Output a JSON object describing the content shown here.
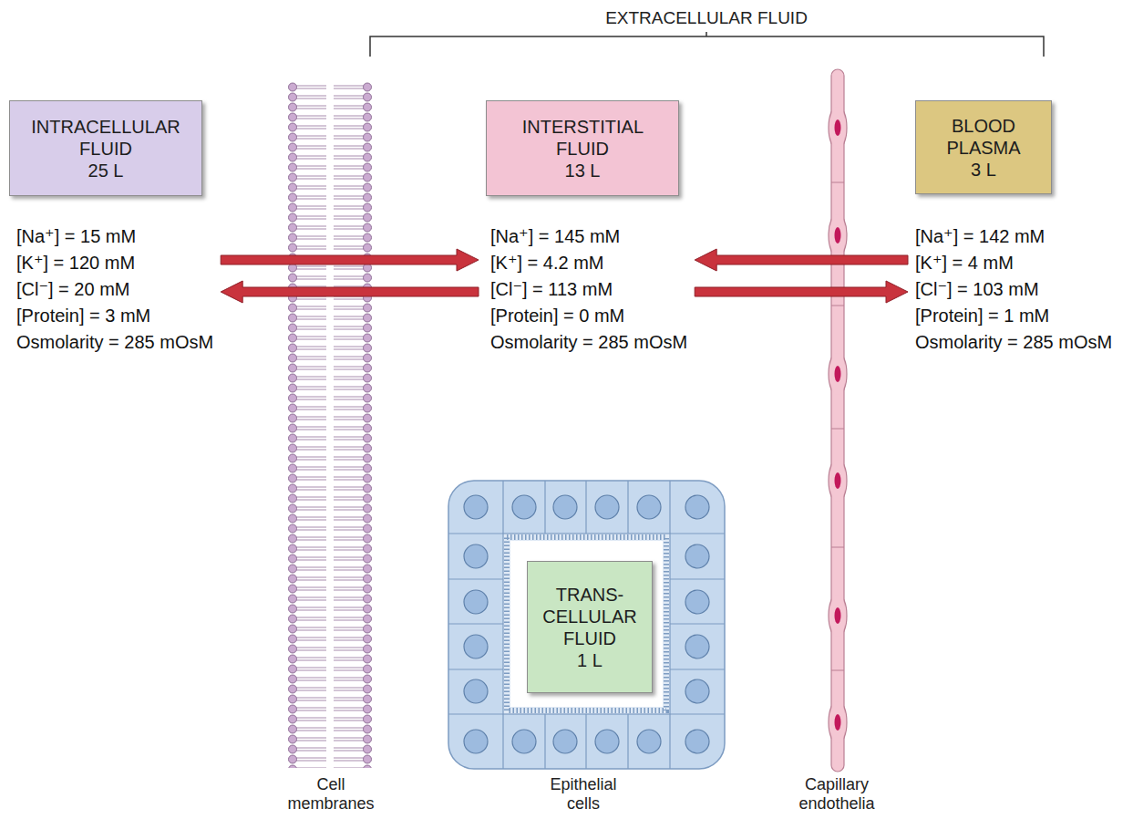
{
  "diagram": {
    "nodes": [
      {
        "text": [
          "INTRACELLULAR FLUID",
          "25 L",
          "[Na⁺] = 15 mM",
          "[K⁺] = 120 mM",
          "[Cl⁻] = 20 mM",
          "[Protein] = 3 mM",
          "Osmolarity = 285 mOsM"
        ]
      },
      {
        "text": [
          "INTERSTITIAL FLUID",
          "13 L",
          "[Na⁺] = 145 mM",
          "[K⁺] = 4.2 mM",
          "[Cl⁻] = 113 mM",
          "[Protein] = 0 mM",
          "Osmolarity = 285 mOsM"
        ]
      },
      {
        "text": [
          "BLOOD PLASMA",
          "3 L",
          "[Na⁺] = 142 mM",
          "[K⁺] = 4 mM",
          "[Cl⁻] = 103 mM",
          "[Protein] = 1 mM",
          "Osmolarity = 285 mOsM"
        ]
      },
      {
        "text": [
          "TRANS- CELLULAR FLUID",
          "1 L"
        ]
      }
    ],
    "edges": [
      {
        "from": 0,
        "to": 1,
        "arrow": "to"
      },
      {
        "from": 1,
        "to": 0,
        "arrow": "to"
      },
      {
        "from": 2,
        "to": 1,
        "arrow": "to"
      },
      {
        "from": 1,
        "to": 2,
        "arrow": "to"
      }
    ],
    "labels": [
      "EXTRACELLULAR FLUID",
      "Cell membranes",
      "Epithelial cells",
      "Capillary endothelia"
    ]
  }
}
